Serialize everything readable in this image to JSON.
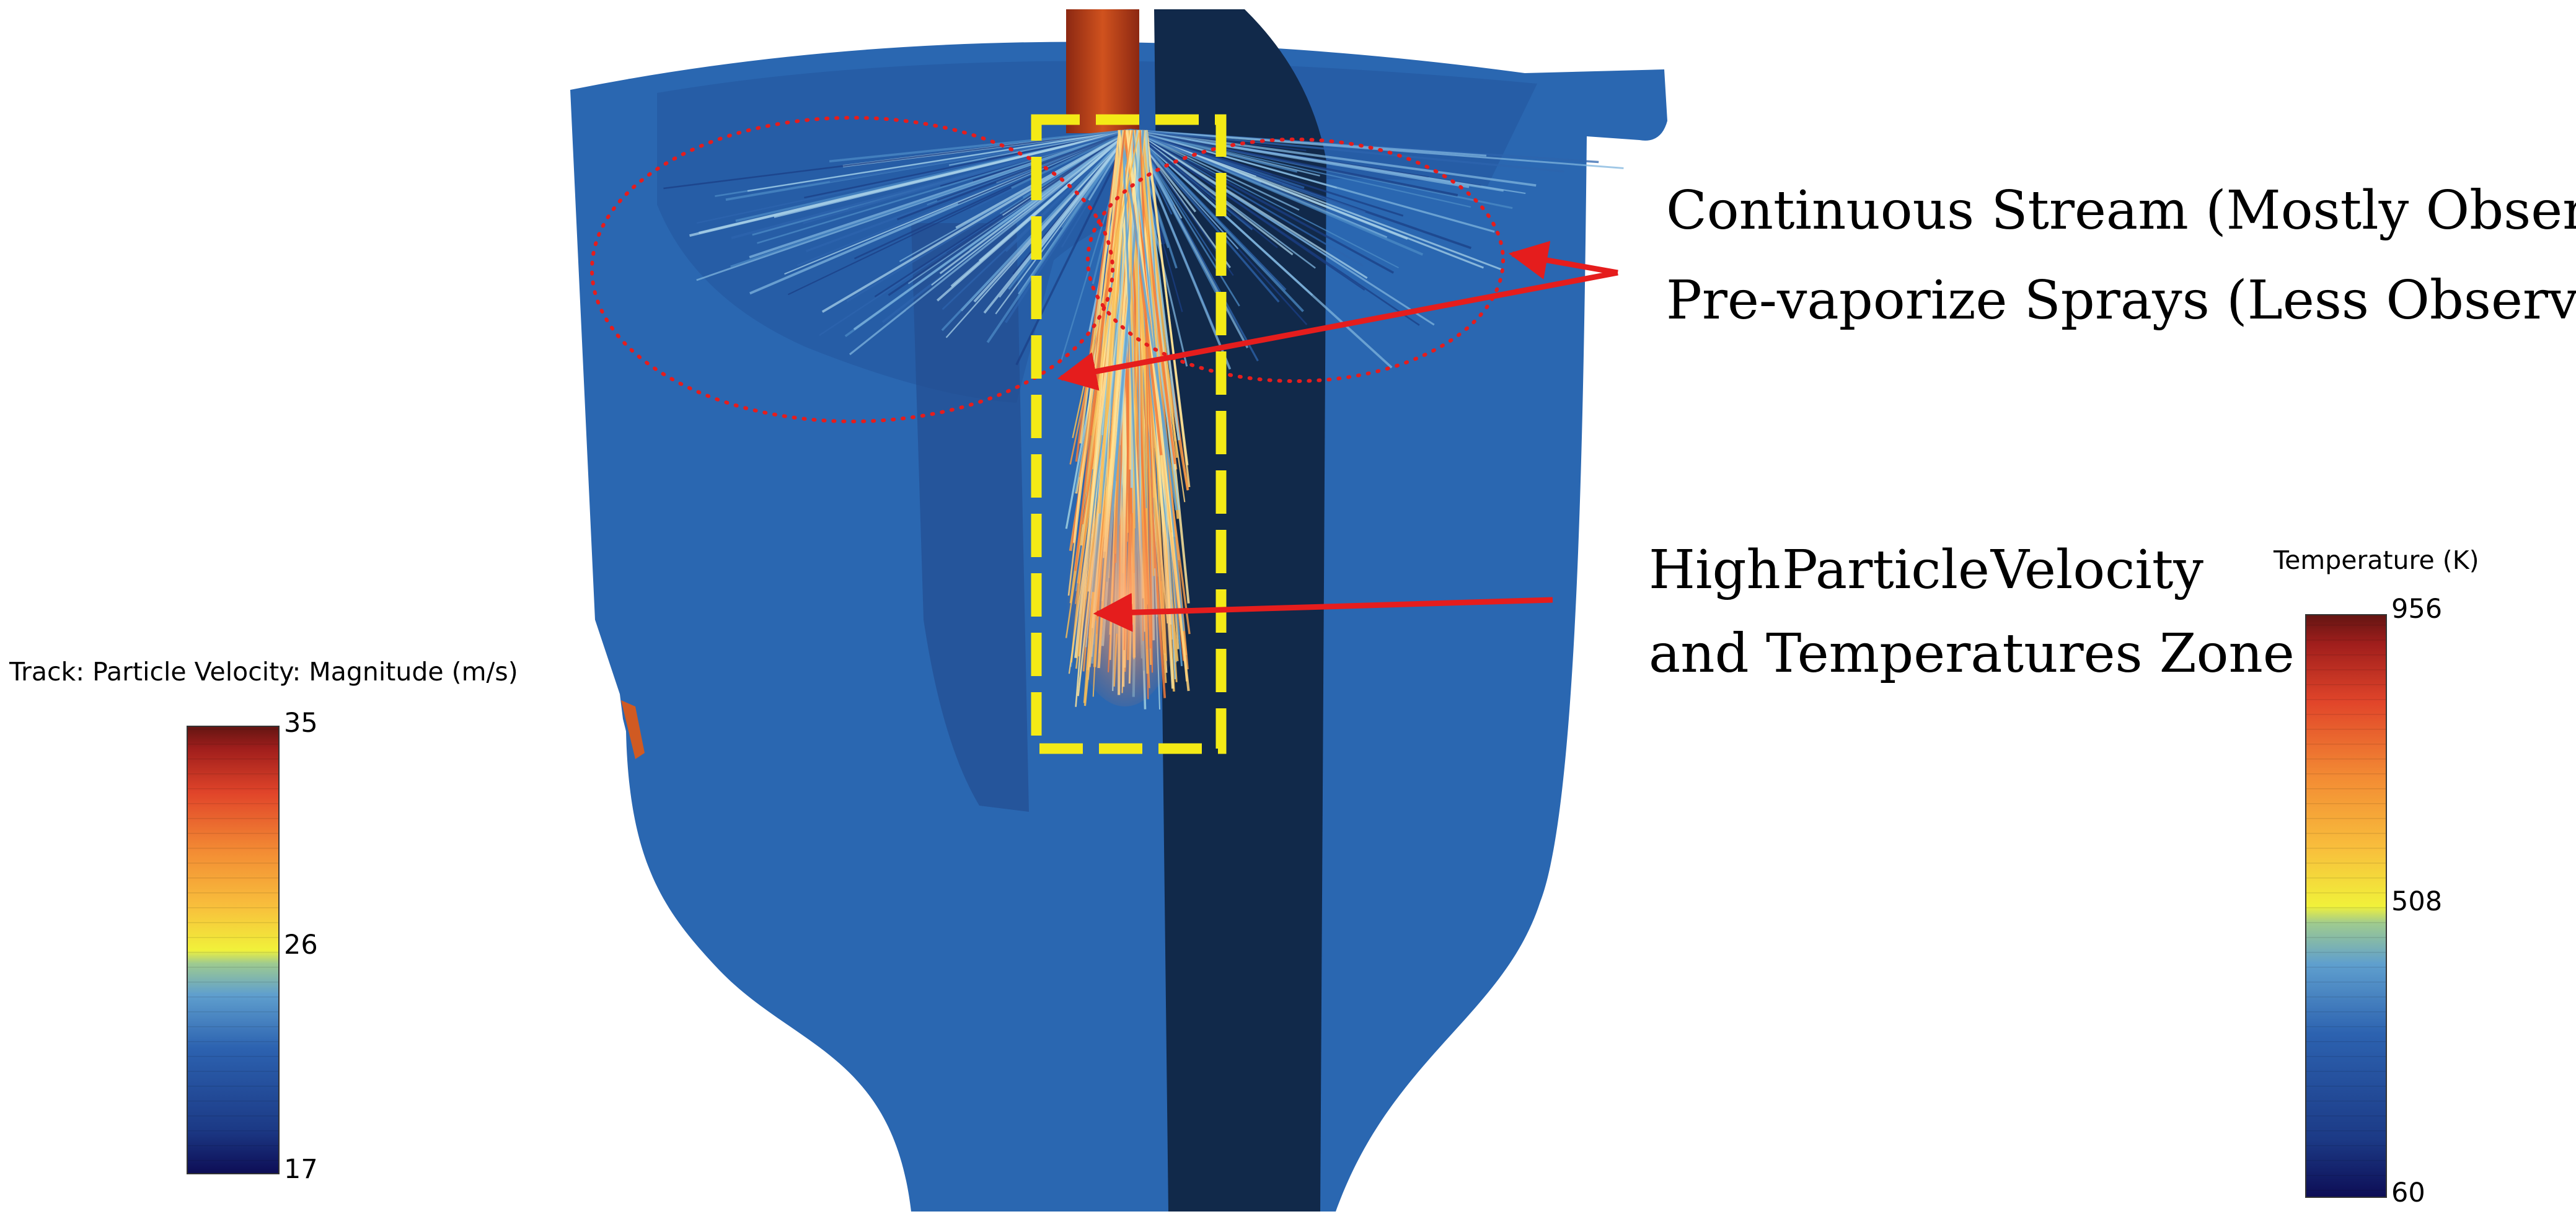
{
  "annotations": {
    "continuous_stream": "Continuous Stream (Mostly Observed)",
    "pre_vaporize": "Pre-vaporize Sprays (Less Observed)",
    "high_zone_words_line1": [
      "High",
      "Particle",
      "Velocity"
    ],
    "high_zone_line2": "and Temperatures Zone"
  },
  "velocity_colorbar": {
    "title": "Track: Particle Velocity: Magnitude (m/s)",
    "max": "35",
    "mid": "26",
    "min": "17"
  },
  "temperature_colorbar": {
    "title": "Temperature (K)",
    "max": "956",
    "mid": "508",
    "min": "60"
  },
  "colors": {
    "chamber_blue": "#2a67b1",
    "inner_wall_dark": "#11294a",
    "nozzle": "#c0401c",
    "highlight_box": "#f4ea16",
    "callout_red": "#e51d1d",
    "spray_hot": "#f27a3a"
  }
}
